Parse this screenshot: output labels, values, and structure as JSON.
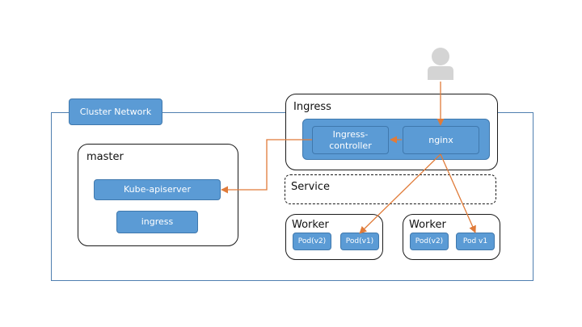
{
  "cluster": {
    "label": "Cluster Network"
  },
  "master": {
    "title": "master",
    "apiserver": "Kube-apiserver",
    "ingress": "ingress"
  },
  "ingress_panel": {
    "title": "Ingress",
    "controller": "Ingress-\ncontroller",
    "nginx": "nginx"
  },
  "service": {
    "title": "Service"
  },
  "workers": [
    {
      "title": "Worker",
      "pods": [
        "Pod(v2)",
        "Pod(v1)"
      ]
    },
    {
      "title": "Worker",
      "pods": [
        "Pod(v2)",
        "Pod v1"
      ]
    }
  ],
  "colors": {
    "node_fill": "#5b9bd5",
    "frame": "#4f7fb0",
    "arrow": "#e07b39",
    "user": "#d4d4d4"
  },
  "icons": {
    "user": "user-icon"
  }
}
